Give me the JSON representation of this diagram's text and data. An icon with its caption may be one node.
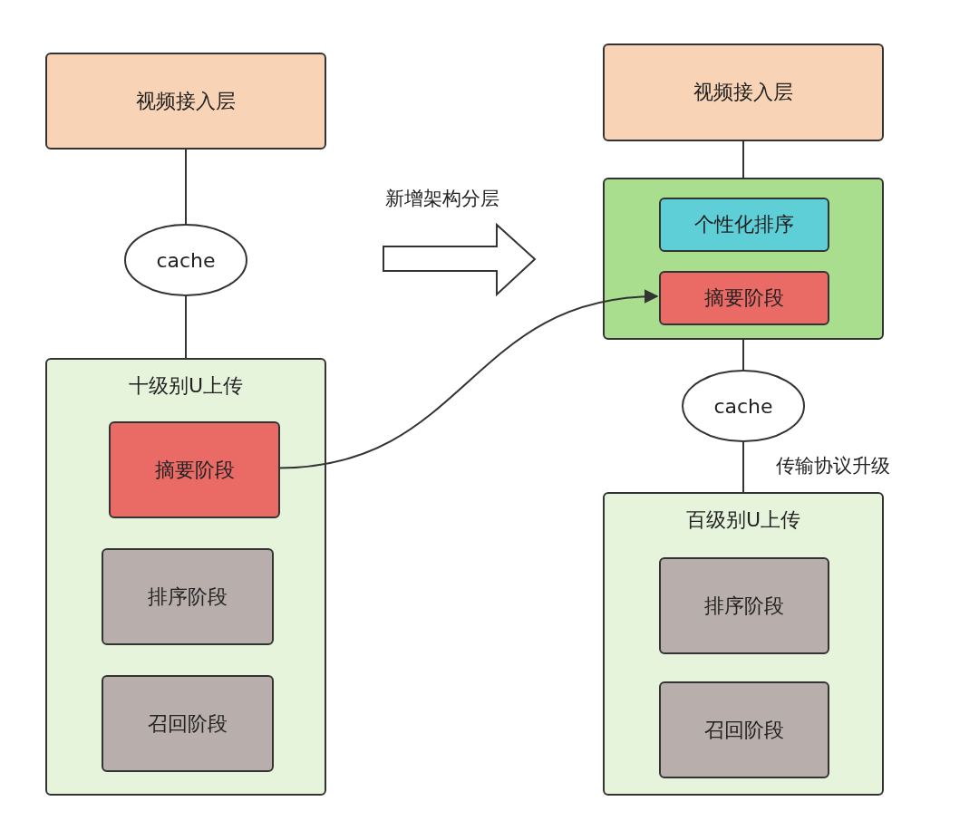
{
  "diagram": {
    "nodes": [
      {
        "text": [
          "视频接入层"
        ]
      },
      {
        "text": [
          "cache"
        ]
      },
      {
        "text": [
          "十级别U上传"
        ]
      },
      {
        "text": [
          "摘要阶段"
        ],
        "in": 2
      },
      {
        "text": [
          "排序阶段"
        ],
        "in": 2
      },
      {
        "text": [
          "召回阶段"
        ],
        "in": 2
      },
      {
        "text": [
          "视频接入层"
        ]
      },
      {
        "text": [],
        "shape": "box"
      },
      {
        "text": [
          "个性化排序"
        ],
        "in": 7
      },
      {
        "text": [
          "摘要阶段"
        ],
        "in": 7
      },
      {
        "text": [
          "cache"
        ]
      },
      {
        "text": [
          "百级别U上传"
        ]
      },
      {
        "text": [
          "排序阶段"
        ],
        "in": 11
      },
      {
        "text": [
          "召回阶段"
        ],
        "in": 11
      }
    ],
    "edges": [
      {
        "from": 0,
        "to": 1,
        "arrow": "none"
      },
      {
        "from": 1,
        "to": 2,
        "arrow": "none"
      },
      {
        "from": 3,
        "to": 9,
        "arrow": "to"
      },
      {
        "from": 6,
        "to": 7,
        "arrow": "none"
      },
      {
        "from": 7,
        "to": 10,
        "arrow": "none"
      },
      {
        "from": 10,
        "to": 11,
        "arrow": "none",
        "label": "传输协议升级"
      }
    ],
    "labels": [
      "新增架构分层"
    ]
  }
}
